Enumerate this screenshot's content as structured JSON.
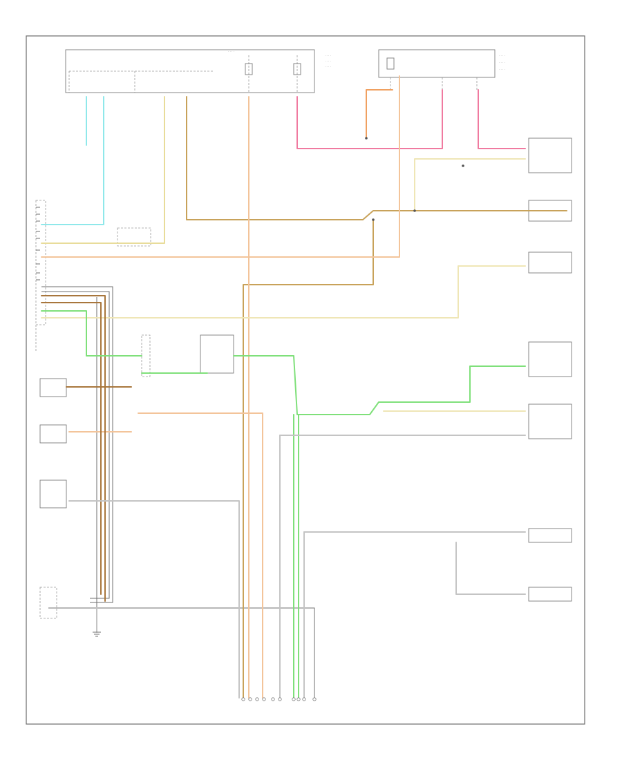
{
  "footer_code": "",
  "colors": {
    "frame": "#6b6b6b",
    "wire_cyan": "#8fe8ea",
    "wire_tan": "#c8a25a",
    "wire_dark_tan": "#b08a48",
    "wire_pink": "#f07aa0",
    "wire_orange": "#f0a060",
    "wire_peach": "#f3c49a",
    "wire_green": "#7fe07a",
    "wire_light_yellow": "#e8dc9a",
    "wire_brown": "#8a6030",
    "wire_black": "#6a6a6a",
    "wire_gray": "#bdbdbd"
  },
  "components": [
    {
      "id": "fuse-block-top"
    },
    {
      "id": "fuse-block-right"
    },
    {
      "id": "pcm-left"
    },
    {
      "id": "instrument-cluster"
    },
    {
      "id": "fuel-pump-relay"
    },
    {
      "id": "crank-sensor"
    },
    {
      "id": "knock-sensor"
    },
    {
      "id": "ect-sensor"
    },
    {
      "id": "throttle-position-sensor"
    },
    {
      "id": "front-o2-sensor"
    },
    {
      "id": "rear-o2-sensor"
    },
    {
      "id": "fuel-gauge-unit"
    },
    {
      "id": "fuel-tank-sensor"
    },
    {
      "id": "ground-point"
    },
    {
      "id": "data-link-connector"
    }
  ]
}
